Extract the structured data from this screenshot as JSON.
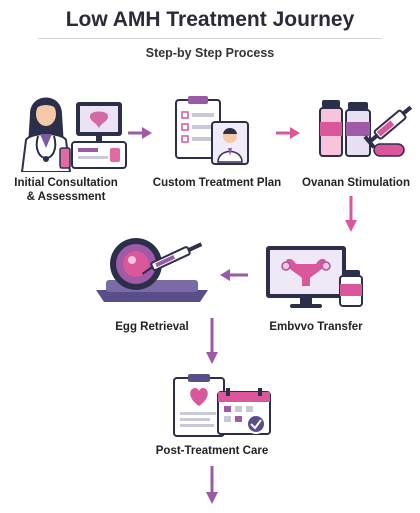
{
  "header": {
    "title": "Low AMH Treatment Journey",
    "subtitle": "Step-by Step Process"
  },
  "steps": [
    {
      "label_line1": "Initial Consultation",
      "label_line2": "& Assessment",
      "icon": "doctor-icon"
    },
    {
      "label_line1": "Custom Treatment Plan",
      "label_line2": "",
      "icon": "clipboard-plan-icon"
    },
    {
      "label_line1": "Ovanan Stimulation",
      "label_line2": "",
      "icon": "vials-syringe-icon"
    },
    {
      "label_line1": "Embvvo Transfer",
      "label_line2": "",
      "icon": "uterus-monitor-icon"
    },
    {
      "label_line1": "Egg Retrieval",
      "label_line2": "",
      "icon": "microscope-icon"
    },
    {
      "label_line1": "Post-Treatment Care",
      "label_line2": "",
      "icon": "clipboard-heart-calendar-icon"
    }
  ],
  "colors": {
    "accent": "#a05aa8",
    "arrow_pink": "#d9579a",
    "arrow_purple": "#9a5aa8",
    "dark": "#2c2f4a"
  }
}
